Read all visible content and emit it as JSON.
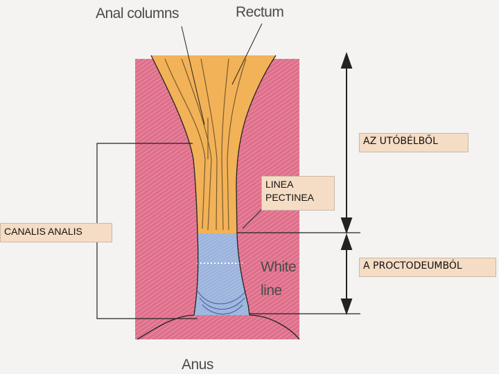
{
  "labels": {
    "anal_columns": "Anal columns",
    "rectum": "Rectum",
    "white_line_1": "White",
    "white_line_2": "line",
    "anus": "Anus"
  },
  "boxes": {
    "hindgut": "AZ UTÓBÉLBŐL",
    "linea_pectinea_1": "LINEA",
    "linea_pectinea_2": "PECTINEA",
    "canalis_analis": "CANALIS ANALIS",
    "proctodeum": "A PROCTODEUMBÓL"
  },
  "colors": {
    "muscle_pink": "#de6f8a",
    "upper_orange": "#f2b257",
    "lower_blue": "#9cb3dc",
    "outline": "#222222"
  }
}
